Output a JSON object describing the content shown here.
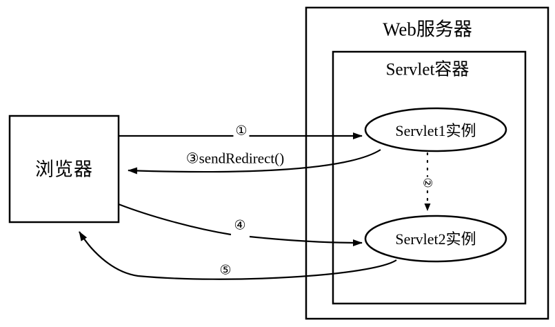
{
  "diagram": {
    "title_web_server": "Web服务器",
    "title_servlet_container": "Servlet容器",
    "browser_label": "浏览器",
    "servlet1_label": "Servlet1实例",
    "servlet2_label": "Servlet2实例",
    "steps": {
      "step1": "①",
      "step2": "②",
      "step3": "③sendRedirect()",
      "step4": "④",
      "step5": "⑤"
    },
    "colors": {
      "stroke": "#000000",
      "background": "#ffffff",
      "text": "#000000"
    }
  }
}
